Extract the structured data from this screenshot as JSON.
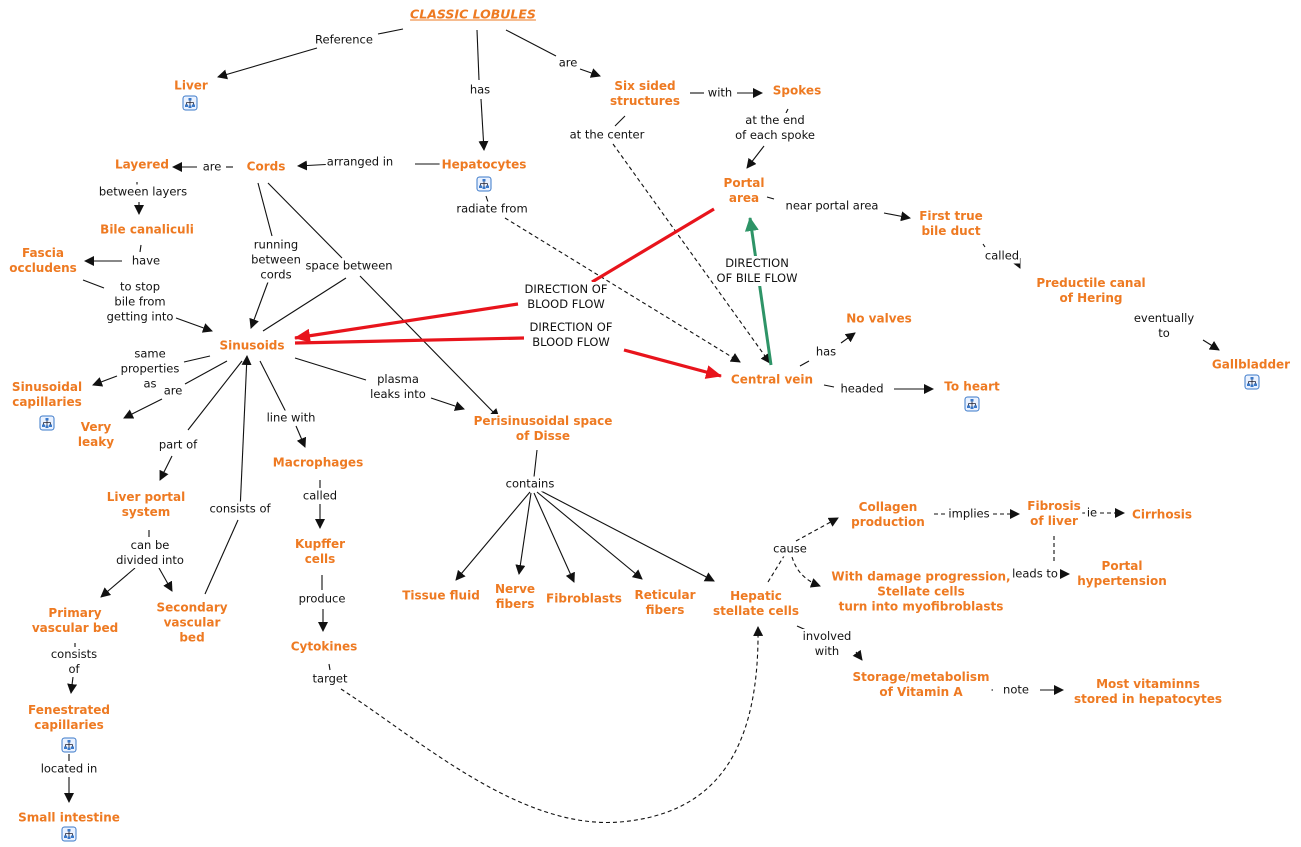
{
  "colors": {
    "concept": "#ee7a22",
    "link_text": "#111111",
    "line": "#111111",
    "blood_flow": "#e8141c",
    "bile_flow": "#2e9467",
    "icon_border": "#3a78c8"
  },
  "concepts": {
    "classic_lobules": "CLASSIC LOBULES",
    "liver": "Liver",
    "hepatocytes": "Hepatocytes",
    "six_sided": "Six sided\nstructures",
    "spokes": "Spokes",
    "portal_area": "Portal\narea",
    "cords": "Cords",
    "layered": "Layered",
    "bile_canaliculi": "Bile canaliculi",
    "fascia_occludens": "Fascia\noccludens",
    "sinusoids": "Sinusoids",
    "first_true_bile_duct": "First true\nbile duct",
    "canal_of_hering": "Preductile canal\nof Hering",
    "gallbladder": "Gallbladder",
    "no_valves": "No valves",
    "central_vein": "Central vein",
    "to_heart": "To heart",
    "sinusoidal_capillaries": "Sinusoidal\ncapillaries",
    "very_leaky": "Very\nleaky",
    "liver_portal_system": "Liver portal\nsystem",
    "macrophages": "Macrophages",
    "perisinusoidal_space": "Perisinusoidal space\nof Disse",
    "kupffer_cells": "Kupffer\ncells",
    "cytokines": "Cytokines",
    "primary_vascular_bed": "Primary\nvascular bed",
    "secondary_vascular_bed": "Secondary\nvascular\nbed",
    "fenestrated_capillaries": "Fenestrated\ncapillaries",
    "small_intestine": "Small intestine",
    "tissue_fluid": "Tissue fluid",
    "nerve_fibers": "Nerve\nfibers",
    "fibroblasts": "Fibroblasts",
    "reticular_fibers": "Reticular\nfibers",
    "hepatic_stellate_cells": "Hepatic\nstellate cells",
    "collagen_production": "Collagen\nproduction",
    "fibrosis_of_liver": "Fibrosis\nof liver",
    "cirrhosis": "Cirrhosis",
    "portal_hypertension": "Portal\nhypertension",
    "damage_progression": "With damage progression,\nStellate cells\nturn into myofibroblasts",
    "storage_vitamin_a": "Storage/metabolism\nof Vitamin A",
    "most_vitamins": "Most vitaminns\nstored in hepatocytes"
  },
  "links": {
    "reference": "Reference",
    "has": "has",
    "are_top": "are",
    "with": "with",
    "at_end_of_spoke": "at the end\nof each spoke",
    "at_the_center": "at the center",
    "arranged_in": "arranged in",
    "are_cords": "are",
    "between_layers": "between layers",
    "have": "have",
    "to_stop_bile": "to stop\nbile from\ngetting into",
    "running_between_cords": "running\nbetween\ncords",
    "space_between": "space between",
    "radiate_from": "radiate from",
    "blood_flow_1": "DIRECTION OF\nBLOOD FLOW",
    "blood_flow_2": "DIRECTION OF\nBLOOD FLOW",
    "bile_flow": "DIRECTION\nOF BILE FLOW",
    "near_portal_area": "near portal area",
    "called_hering": "called",
    "eventually_to": "eventually\nto",
    "has_cv": "has",
    "headed": "headed",
    "same_properties_as": "same\nproperties\nas",
    "are_leaky": "are",
    "part_of": "part of",
    "consists_of_sec": "consists of",
    "line_with": "line with",
    "plasma_leaks_into": "plasma\nleaks into",
    "called_kupffer": "called",
    "produce": "produce",
    "target": "target",
    "can_be_divided_into": "can be\ndivided into",
    "consists_of_prim": "consists\nof",
    "located_in": "located in",
    "contains": "contains",
    "cause": "cause",
    "implies": "implies",
    "ie": "ie",
    "leads_to": "leads to",
    "involved_with": "involved\nwith",
    "note": "note"
  },
  "submap_icons": [
    "liver",
    "hepatocytes",
    "sinusoidal_capillaries",
    "fenestrated_capillaries",
    "small_intestine",
    "to_heart",
    "gallbladder"
  ]
}
